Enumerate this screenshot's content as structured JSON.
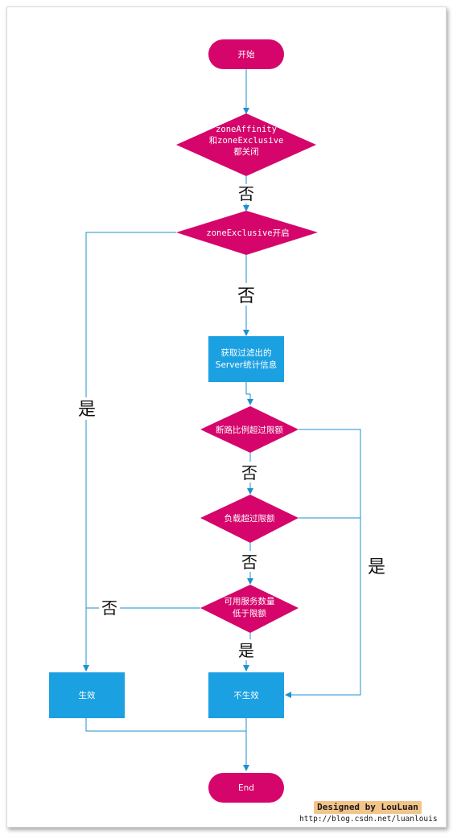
{
  "colors": {
    "terminal": "#d5056b",
    "decision": "#d5056b",
    "process": "#1ba0e2",
    "edge": "#1e90d0"
  },
  "nodes": {
    "start": "开始",
    "decision_both_off": [
      "zoneAffinity",
      "和zoneExclusive",
      "都关闭"
    ],
    "decision_exclusive_on": "zoneExclusive开启",
    "get_server_stats": [
      "获取过滤出的",
      "Server统计信息"
    ],
    "decision_breaker_ratio": "断路比例超过限额",
    "decision_load": "负载超过限额",
    "decision_available": [
      "可用服务数量",
      "低于限额"
    ],
    "effective": "生效",
    "not_effective": "不生效",
    "end": "End"
  },
  "edge_labels": {
    "no_1": "否",
    "no_2": "否",
    "yes_left": "是",
    "no_3": "否",
    "no_4": "否",
    "yes_right": "是",
    "no_left": "否",
    "yes_bottom": "是"
  },
  "credit": {
    "title": "Designed by LouLuan",
    "url": "http://blog.csdn.net/luanlouis"
  }
}
